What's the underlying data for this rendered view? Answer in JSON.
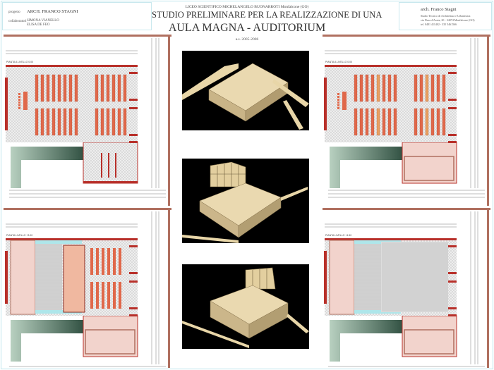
{
  "left_header": {
    "label_progetto": "progetto",
    "designer": "ARCH. FRANCO STAGNI",
    "label_collaboratori": "collaboratori",
    "collaborator_1": "SIMONA VIANELLO",
    "collaborator_2": "ELISA DE FEO"
  },
  "center_header": {
    "school": "LICEO SCIENTIFICO MICHELANGELO BUONARROTI     Monfalcone (GO)",
    "title_line1": "STUDIO PRELIMINARE  PER LA REALIZZAZIONE DI UNA",
    "title_line2": "AULA MAGNA - AUDITORIUM",
    "year": "a.s. 2005-2006"
  },
  "right_header": {
    "architect": "arch. Franco Stagni",
    "studio": "Studio Tecnico di Architettura e Urbanistica",
    "address": "via Duca d'Aosta, 20 - 34074 Monfalcone (GO)",
    "phone": "tel. 0481 411402 - 335 5461566"
  },
  "plans": [
    {
      "label": "PIANTA A LIVELLO 0.00",
      "variant": "seating-full"
    },
    {
      "label": "PIANTA A LIVELLO 0.00",
      "variant": "seating-alt"
    },
    {
      "label": "PIANTA LIVELLO +3.00",
      "variant": "tiered"
    },
    {
      "label": "PIANTA LIVELLO +4.50",
      "variant": "roof"
    }
  ],
  "colors": {
    "wall": "#b8302a",
    "seat": "#e0684a",
    "hatch": "#d9d9d9",
    "pink": "#f2d3cc",
    "cyan": "#aee6ea",
    "render_bg": "#000000",
    "render_model": "#e8d6a8"
  }
}
